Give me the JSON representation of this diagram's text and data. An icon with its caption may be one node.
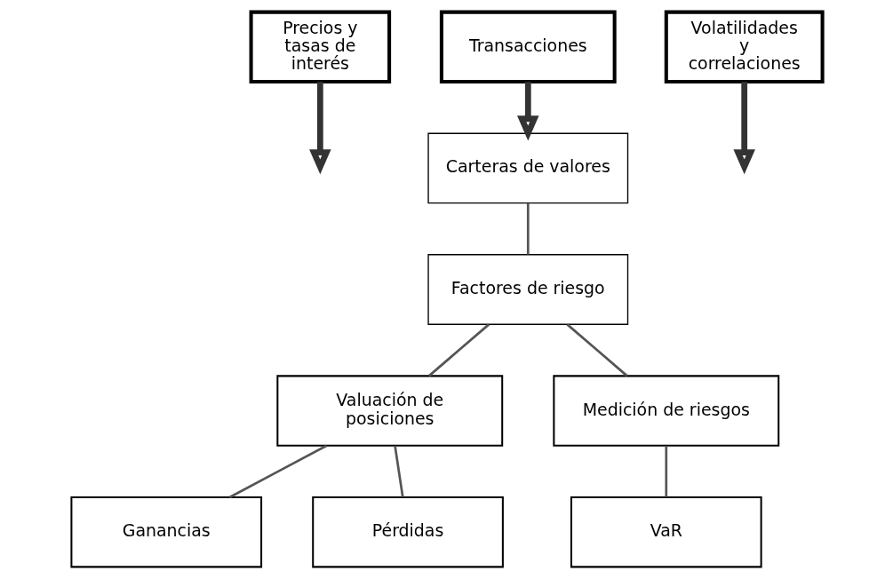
{
  "diagram": {
    "nodes": [
      {
        "text": [
          "Precios y tasas de interés"
        ]
      },
      {
        "text": [
          "Transacciones"
        ]
      },
      {
        "text": [
          "Volatilidades y correlaciones"
        ]
      },
      {
        "text": [
          "Carteras de valores"
        ]
      },
      {
        "text": [
          "Factores de riesgo"
        ]
      },
      {
        "text": [
          "Valuación de posiciones"
        ]
      },
      {
        "text": [
          "Medición de riesgos"
        ]
      },
      {
        "text": [
          "Ganancias"
        ]
      },
      {
        "text": [
          "Pérdidas"
        ]
      },
      {
        "text": [
          "VaR"
        ]
      }
    ],
    "edges": [
      {
        "from": 1,
        "to": 3,
        "arrow": "to",
        "style": "thick"
      },
      {
        "from": 0,
        "to": null,
        "arrow": "to",
        "style": "thick"
      },
      {
        "from": 2,
        "to": null,
        "arrow": "to",
        "style": "thick"
      },
      {
        "from": 3,
        "to": 4,
        "arrow": "none"
      },
      {
        "from": 4,
        "to": 5,
        "arrow": "none"
      },
      {
        "from": 4,
        "to": 6,
        "arrow": "none"
      },
      {
        "from": 5,
        "to": 7,
        "arrow": "none"
      },
      {
        "from": 5,
        "to": 8,
        "arrow": "none"
      },
      {
        "from": 6,
        "to": 9,
        "arrow": "none"
      }
    ]
  }
}
